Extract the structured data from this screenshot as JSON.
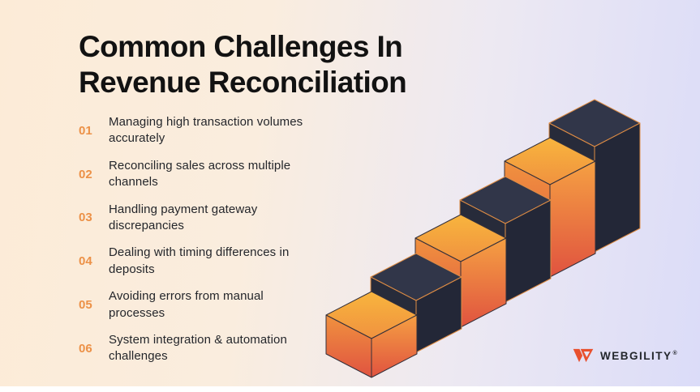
{
  "title": {
    "line1": "Common Challenges In",
    "line2": "Revenue Reconciliation"
  },
  "challenges": [
    {
      "num": "01",
      "text": "Managing high transaction volumes accurately"
    },
    {
      "num": "02",
      "text": "Reconciling sales across multiple channels"
    },
    {
      "num": "03",
      "text": "Handling payment gateway discrepancies"
    },
    {
      "num": "04",
      "text": "Dealing with timing differences in deposits"
    },
    {
      "num": "05",
      "text": "Avoiding errors from manual processes"
    },
    {
      "num": "06",
      "text": "System integration & automation challenges"
    }
  ],
  "logo": {
    "brand": "WEBGILITY",
    "registered": "®",
    "icon": "webgility-w-icon",
    "icon_color": "#E8502E"
  },
  "colors": {
    "background_left": "#FCEBD7",
    "background_right": "#DBDCF8",
    "accent_orange": "#EC9147",
    "title_text": "#121212",
    "body_text": "#24262B",
    "bottom_bar": "#FFFFFF"
  },
  "illustration": {
    "name": "isometric-stairs",
    "blocks": [
      {
        "order": 1,
        "color": "orange",
        "height": 48
      },
      {
        "order": 2,
        "color": "dark",
        "height": 64
      },
      {
        "order": 3,
        "color": "orange",
        "height": 81
      },
      {
        "order": 4,
        "color": "dark",
        "height": 97
      },
      {
        "order": 5,
        "color": "orange",
        "height": 114
      },
      {
        "order": 6,
        "color": "dark",
        "height": 130
      }
    ],
    "palette": {
      "orange_face_top": "#F8B53E",
      "orange_face_mid": "#F0923F",
      "orange_face_right": "#F5A042",
      "orange_face_bottom": "#E05340",
      "dark_face_top": "#313649",
      "dark_face_left": "#272B3A",
      "dark_face_right": "#232737",
      "orange_edge": "#DE8C44",
      "dark_edge": "#34303B"
    }
  }
}
